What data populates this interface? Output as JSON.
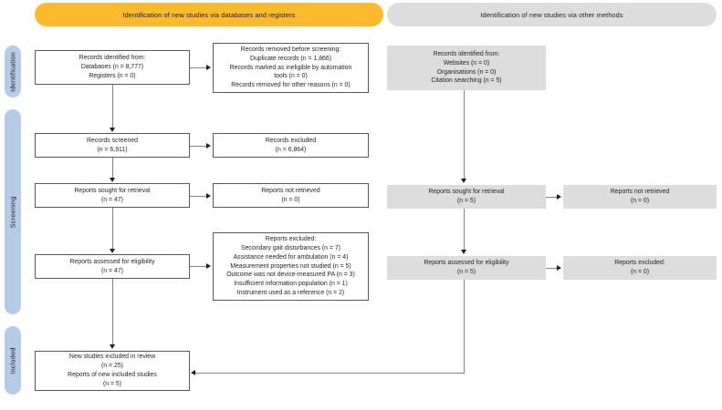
{
  "diagram": {
    "title": "PRISMA 2020 flow diagram",
    "type": "prisma-flow-diagram",
    "colors": {
      "banner_left": "#fcba2e",
      "banner_right": "#dddddd",
      "stage_label": "#b6cbe9",
      "box_border": "#58595b",
      "shaded_box": "#dddddd",
      "connector": "#808285",
      "text": "#231f20"
    }
  },
  "banners": {
    "left": "Identification of new studies via databases and registers",
    "right": "Identification of new studies via other methods"
  },
  "stages": {
    "identification": "Identification",
    "screening": "Screening",
    "included": "Included"
  },
  "boxes": {
    "records_identified": {
      "lines": [
        "Records identified from:",
        "Databases (n = 8,777)",
        "Registers (n = 0)"
      ]
    },
    "records_removed": {
      "lines": [
        "Records removed before screening:",
        "Duplicate records (n = 1,866)",
        "Records marked as ineligible by automation",
        "tools (n = 0)",
        "Records removed for other reasons (n = 0)"
      ]
    },
    "records_screened": {
      "lines": [
        "Records screened",
        "(n = 6,911)"
      ]
    },
    "records_excluded": {
      "lines": [
        "Records excluded",
        "(n = 6,864)"
      ]
    },
    "reports_sought": {
      "lines": [
        "Reports sought for retrieval",
        "(n = 47)"
      ]
    },
    "reports_not_retrieved": {
      "lines": [
        "Reports not retrieved",
        "(n = 0)"
      ]
    },
    "reports_assessed": {
      "lines": [
        "Reports assessed for eligibility",
        "(n = 47)"
      ]
    },
    "reports_excluded": {
      "lines": [
        "Reports excluded:",
        "Secondary gait disturbances (n = 7)",
        "Assistance needed for ambulation (n = 4)",
        "Measurement properties not studied (n = 5)",
        "Outcome was not device-measured PA (n = 3)",
        "Insufficient information population (n = 1)",
        "Instrument used as a reference (n = 2)"
      ]
    },
    "new_studies_included": {
      "lines": [
        "New studies included in review",
        "(n = 25)",
        "Reports of new included studies",
        "(n = 5)"
      ]
    },
    "other_records_identified": {
      "lines": [
        "Records identified from:",
        "Websites (n = 0)",
        "Organisations (n = 0)",
        "Citation searching (n = 5)"
      ]
    },
    "other_reports_sought": {
      "lines": [
        "Reports sought for retrieval",
        "(n = 5)"
      ]
    },
    "other_reports_not_retrieved": {
      "lines": [
        "Reports not retrieved",
        "(n = 0)"
      ]
    },
    "other_reports_assessed": {
      "lines": [
        "Reports assessed for eligibility",
        "(n = 5)"
      ]
    },
    "other_reports_excluded": {
      "lines": [
        "Reports excluded:",
        "(n = 0)"
      ]
    }
  }
}
